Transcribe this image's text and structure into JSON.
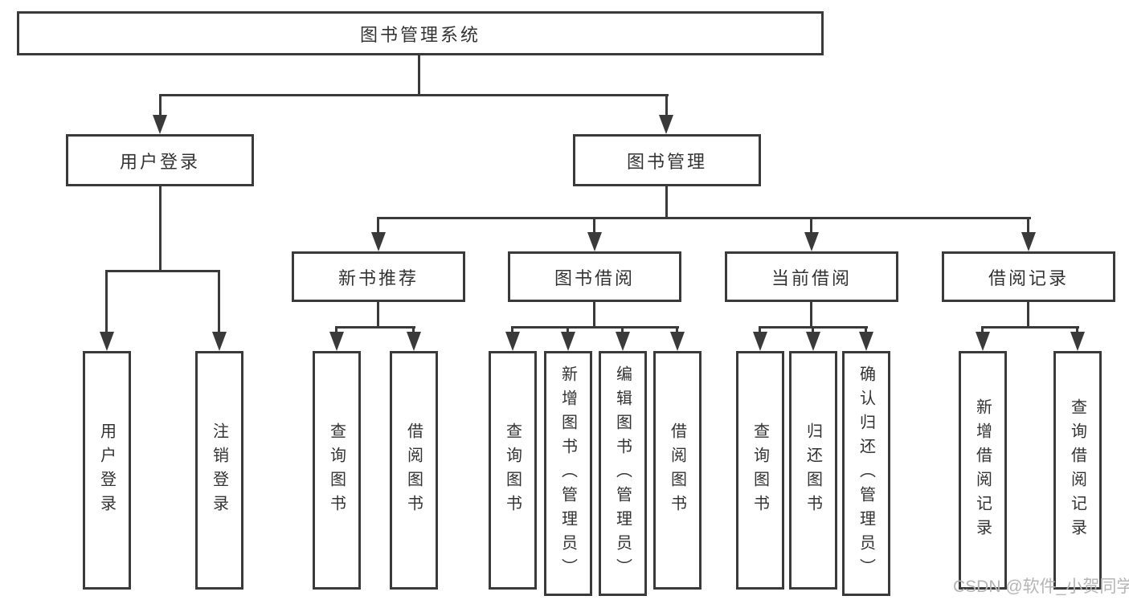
{
  "colors": {
    "line": "#3a3a3a",
    "text": "#333333",
    "watermark": "#b5b5b5",
    "background": "#ffffff"
  },
  "watermark": {
    "text": "CSDN @软件_小贺同学"
  },
  "tree": {
    "root": {
      "label": "图书管理系统"
    },
    "branches": [
      {
        "label": "用户登录",
        "children": [
          {
            "label": "用户登录"
          },
          {
            "label": "注销登录"
          }
        ]
      },
      {
        "label": "图书管理",
        "children": [
          {
            "label": "新书推荐",
            "children": [
              {
                "label": "查询图书"
              },
              {
                "label": "借阅图书"
              }
            ]
          },
          {
            "label": "图书借阅",
            "children": [
              {
                "label": "查询图书"
              },
              {
                "label": "新增图书（管理员）"
              },
              {
                "label": "编辑图书（管理员）"
              },
              {
                "label": "借阅图书"
              }
            ]
          },
          {
            "label": "当前借阅",
            "children": [
              {
                "label": "查询图书"
              },
              {
                "label": "归还图书"
              },
              {
                "label": "确认归还（管理员）"
              }
            ]
          },
          {
            "label": "借阅记录",
            "children": [
              {
                "label": "新增借阅记录"
              },
              {
                "label": "查询借阅记录"
              }
            ]
          }
        ]
      }
    ]
  }
}
